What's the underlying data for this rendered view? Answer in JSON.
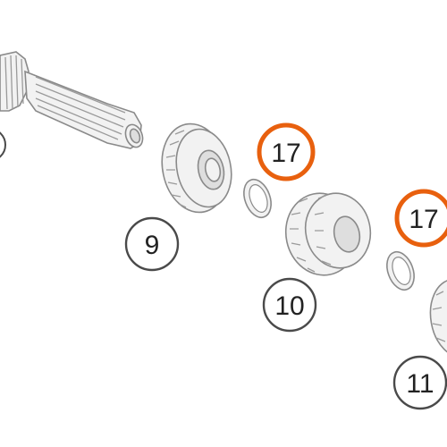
{
  "diagram": {
    "callouts": [
      {
        "label": "9",
        "kind": "gray"
      },
      {
        "label": "10",
        "kind": "gray"
      },
      {
        "label": "11",
        "kind": "gray"
      },
      {
        "label": "17",
        "kind": "orange"
      },
      {
        "label": "17",
        "kind": "orange"
      }
    ],
    "colors": {
      "callout_gray": "#4a4a4a",
      "callout_orange": "#e8600e",
      "part_outline": "#8a8a8a",
      "part_fill": "#f2f2f2"
    }
  }
}
